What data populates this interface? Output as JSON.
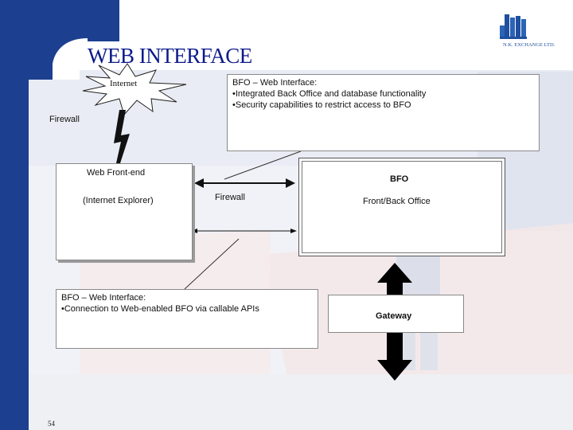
{
  "slide": {
    "title": "WEB INTERFACE",
    "page_number": "54",
    "logo_text": "N.K. EXCHANGE LTD."
  },
  "diagram": {
    "internet_label": "Internet",
    "firewall_left_label": "Firewall",
    "firewall_mid_label": "Firewall",
    "web_frontend": {
      "title": "Web Front-end",
      "subtitle": "(Internet Explorer)"
    },
    "bfo": {
      "title": "BFO",
      "subtitle": "Front/Back Office"
    },
    "gateway_label": "Gateway",
    "callout_top": {
      "heading": "BFO – Web Interface:",
      "bullets": [
        "•Integrated Back Office and database functionality",
        "•Security capabilities to restrict access to BFO"
      ]
    },
    "callout_bottom": {
      "heading": "BFO – Web Interface:",
      "bullets": [
        "•Connection to Web-enabled BFO  via callable APIs"
      ]
    }
  },
  "colors": {
    "title": "#0b1a8a",
    "background_photo_tint": "#eef0f6",
    "left_band": "#1d3f8f",
    "logo": "#1f4f9e"
  }
}
